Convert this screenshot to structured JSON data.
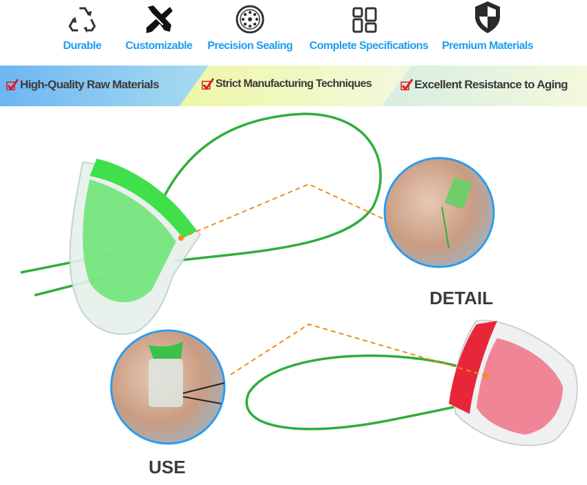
{
  "features": [
    {
      "label": "Durable",
      "icon": "recycle-icon"
    },
    {
      "label": "Customizable",
      "icon": "pencil-ruler-icon"
    },
    {
      "label": "Precision Sealing",
      "icon": "seal-disc-icon"
    },
    {
      "label": "Complete Specifications",
      "icon": "grid-icon"
    },
    {
      "label": "Premium Materials",
      "icon": "shield-icon"
    }
  ],
  "benefits": [
    {
      "label": "High-Quality Raw Materials"
    },
    {
      "label": "Strict Manufacturing Techniques"
    },
    {
      "label": "Excellent Resistance to Aging"
    }
  ],
  "captions": {
    "detail": "DETAIL",
    "use": "USE"
  },
  "colors": {
    "accent": "#1e9df0",
    "check": "#e0181f",
    "dash": "#f28a1c",
    "wire": "#2fae3a"
  }
}
